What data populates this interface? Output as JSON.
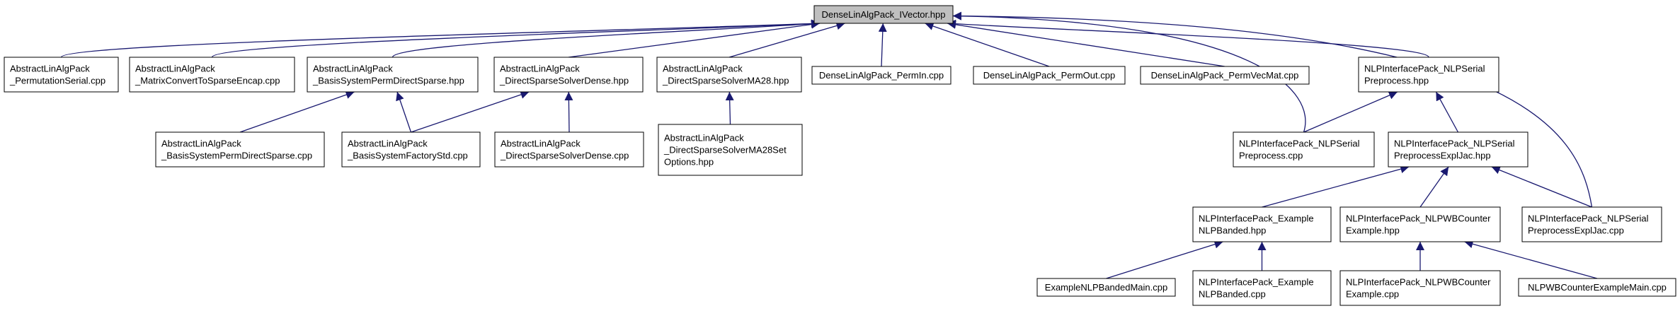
{
  "colors": {
    "edge": "#191970",
    "node_border": "#000000",
    "node_fill": "#ffffff",
    "root_fill": "#bfbfbf",
    "text": "#000000"
  },
  "nodes": {
    "root": {
      "lines": [
        "DenseLinAlgPack_IVector.hpp"
      ]
    },
    "perm_serial": {
      "lines": [
        "AbstractLinAlgPack",
        "_PermutationSerial.cpp"
      ]
    },
    "matrix_convert": {
      "lines": [
        "AbstractLinAlgPack",
        "_MatrixConvertToSparseEncap.cpp"
      ]
    },
    "basis_perm_hpp": {
      "lines": [
        "AbstractLinAlgPack",
        "_BasisSystemPermDirectSparse.hpp"
      ]
    },
    "dss_dense_hpp": {
      "lines": [
        "AbstractLinAlgPack",
        "_DirectSparseSolverDense.hpp"
      ]
    },
    "dss_ma28_hpp": {
      "lines": [
        "AbstractLinAlgPack",
        "_DirectSparseSolverMA28.hpp"
      ]
    },
    "permin": {
      "lines": [
        "DenseLinAlgPack_PermIn.cpp"
      ]
    },
    "permout": {
      "lines": [
        "DenseLinAlgPack_PermOut.cpp"
      ]
    },
    "permvecmat": {
      "lines": [
        "DenseLinAlgPack_PermVecMat.cpp"
      ]
    },
    "nlp_prep_hpp": {
      "lines": [
        "NLPInterfacePack_NLPSerial",
        "Preprocess.hpp"
      ]
    },
    "basis_perm_cpp": {
      "lines": [
        "AbstractLinAlgPack",
        "_BasisSystemPermDirectSparse.cpp"
      ]
    },
    "basis_factory": {
      "lines": [
        "AbstractLinAlgPack",
        "_BasisSystemFactoryStd.cpp"
      ]
    },
    "dss_dense_cpp": {
      "lines": [
        "AbstractLinAlgPack",
        "_DirectSparseSolverDense.cpp"
      ]
    },
    "ma28_set": {
      "lines": [
        "AbstractLinAlgPack",
        "_DirectSparseSolverMA28Set",
        "Options.hpp"
      ]
    },
    "nlp_prep_cpp": {
      "lines": [
        "NLPInterfacePack_NLPSerial",
        "Preprocess.cpp"
      ]
    },
    "nlp_jac_hpp": {
      "lines": [
        "NLPInterfacePack_NLPSerial",
        "PreprocessExplJac.hpp"
      ]
    },
    "ex_banded_hpp": {
      "lines": [
        "NLPInterfacePack_Example",
        "NLPBanded.hpp"
      ]
    },
    "wb_hpp": {
      "lines": [
        "NLPInterfacePack_NLPWBCounter",
        "Example.hpp"
      ]
    },
    "nlp_jac_cpp": {
      "lines": [
        "NLPInterfacePack_NLPSerial",
        "PreprocessExplJac.cpp"
      ]
    },
    "ex_main": {
      "lines": [
        "ExampleNLPBandedMain.cpp"
      ]
    },
    "ex_banded_cpp": {
      "lines": [
        "NLPInterfacePack_Example",
        "NLPBanded.cpp"
      ]
    },
    "wb_cpp": {
      "lines": [
        "NLPInterfacePack_NLPWBCounter",
        "Example.cpp"
      ]
    },
    "wb_main": {
      "lines": [
        "NLPWBCounterExampleMain.cpp"
      ]
    }
  },
  "edges": [
    [
      "perm_serial",
      "root"
    ],
    [
      "matrix_convert",
      "root"
    ],
    [
      "basis_perm_hpp",
      "root"
    ],
    [
      "dss_dense_hpp",
      "root"
    ],
    [
      "dss_ma28_hpp",
      "root"
    ],
    [
      "permin",
      "root"
    ],
    [
      "permout",
      "root"
    ],
    [
      "permvecmat",
      "root"
    ],
    [
      "nlp_prep_hpp",
      "root"
    ],
    [
      "nlp_prep_cpp",
      "root"
    ],
    [
      "nlp_jac_cpp",
      "root"
    ],
    [
      "basis_perm_cpp",
      "basis_perm_hpp"
    ],
    [
      "basis_factory",
      "basis_perm_hpp"
    ],
    [
      "basis_factory",
      "dss_dense_hpp"
    ],
    [
      "dss_dense_cpp",
      "dss_dense_hpp"
    ],
    [
      "ma28_set",
      "dss_ma28_hpp"
    ],
    [
      "nlp_prep_cpp",
      "nlp_prep_hpp"
    ],
    [
      "nlp_jac_hpp",
      "nlp_prep_hpp"
    ],
    [
      "ex_banded_hpp",
      "nlp_jac_hpp"
    ],
    [
      "wb_hpp",
      "nlp_jac_hpp"
    ],
    [
      "nlp_jac_cpp",
      "nlp_jac_hpp"
    ],
    [
      "ex_main",
      "ex_banded_hpp"
    ],
    [
      "ex_banded_cpp",
      "ex_banded_hpp"
    ],
    [
      "wb_cpp",
      "wb_hpp"
    ],
    [
      "wb_main",
      "wb_hpp"
    ]
  ]
}
